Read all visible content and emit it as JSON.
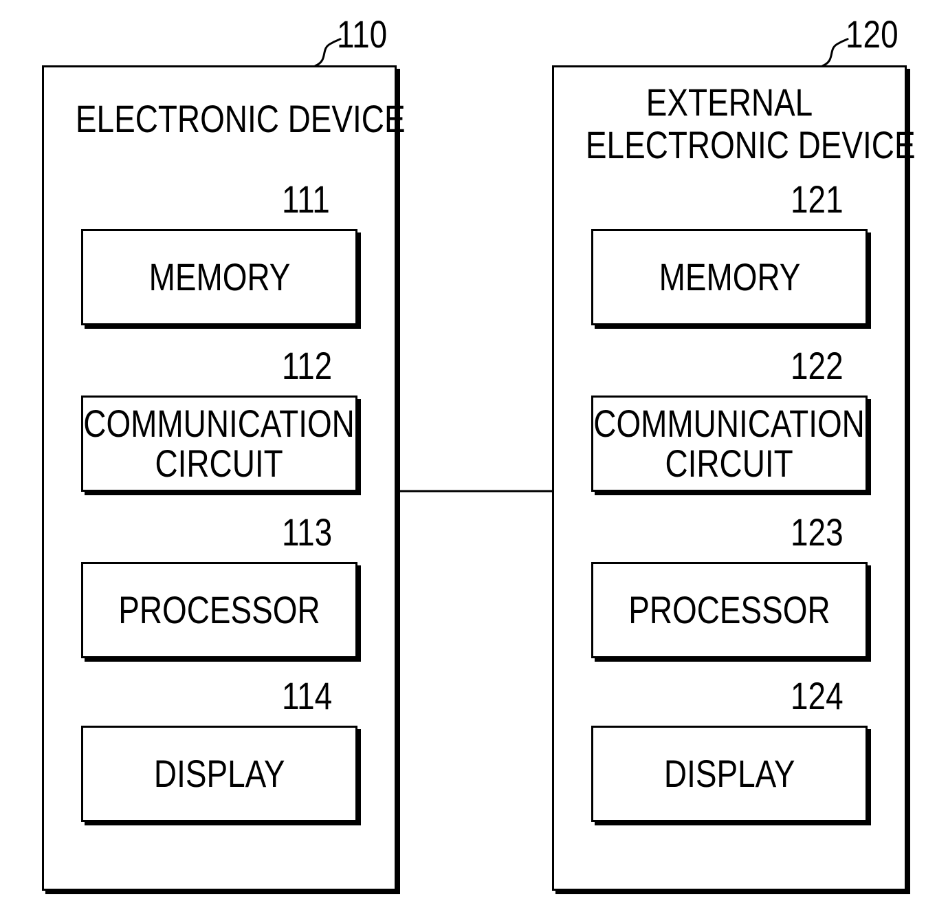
{
  "devices": [
    {
      "ref": "110",
      "title_lines": [
        "ELECTRONIC DEVICE"
      ],
      "components": [
        {
          "ref": "111",
          "label_lines": [
            "MEMORY"
          ]
        },
        {
          "ref": "112",
          "label_lines": [
            "COMMUNICATION",
            "CIRCUIT"
          ]
        },
        {
          "ref": "113",
          "label_lines": [
            "PROCESSOR"
          ]
        },
        {
          "ref": "114",
          "label_lines": [
            "DISPLAY"
          ]
        }
      ]
    },
    {
      "ref": "120",
      "title_lines": [
        "EXTERNAL",
        "ELECTRONIC DEVICE"
      ],
      "components": [
        {
          "ref": "121",
          "label_lines": [
            "MEMORY"
          ]
        },
        {
          "ref": "122",
          "label_lines": [
            "COMMUNICATION",
            "CIRCUIT"
          ]
        },
        {
          "ref": "123",
          "label_lines": [
            "PROCESSOR"
          ]
        },
        {
          "ref": "124",
          "label_lines": [
            "DISPLAY"
          ]
        }
      ]
    }
  ]
}
